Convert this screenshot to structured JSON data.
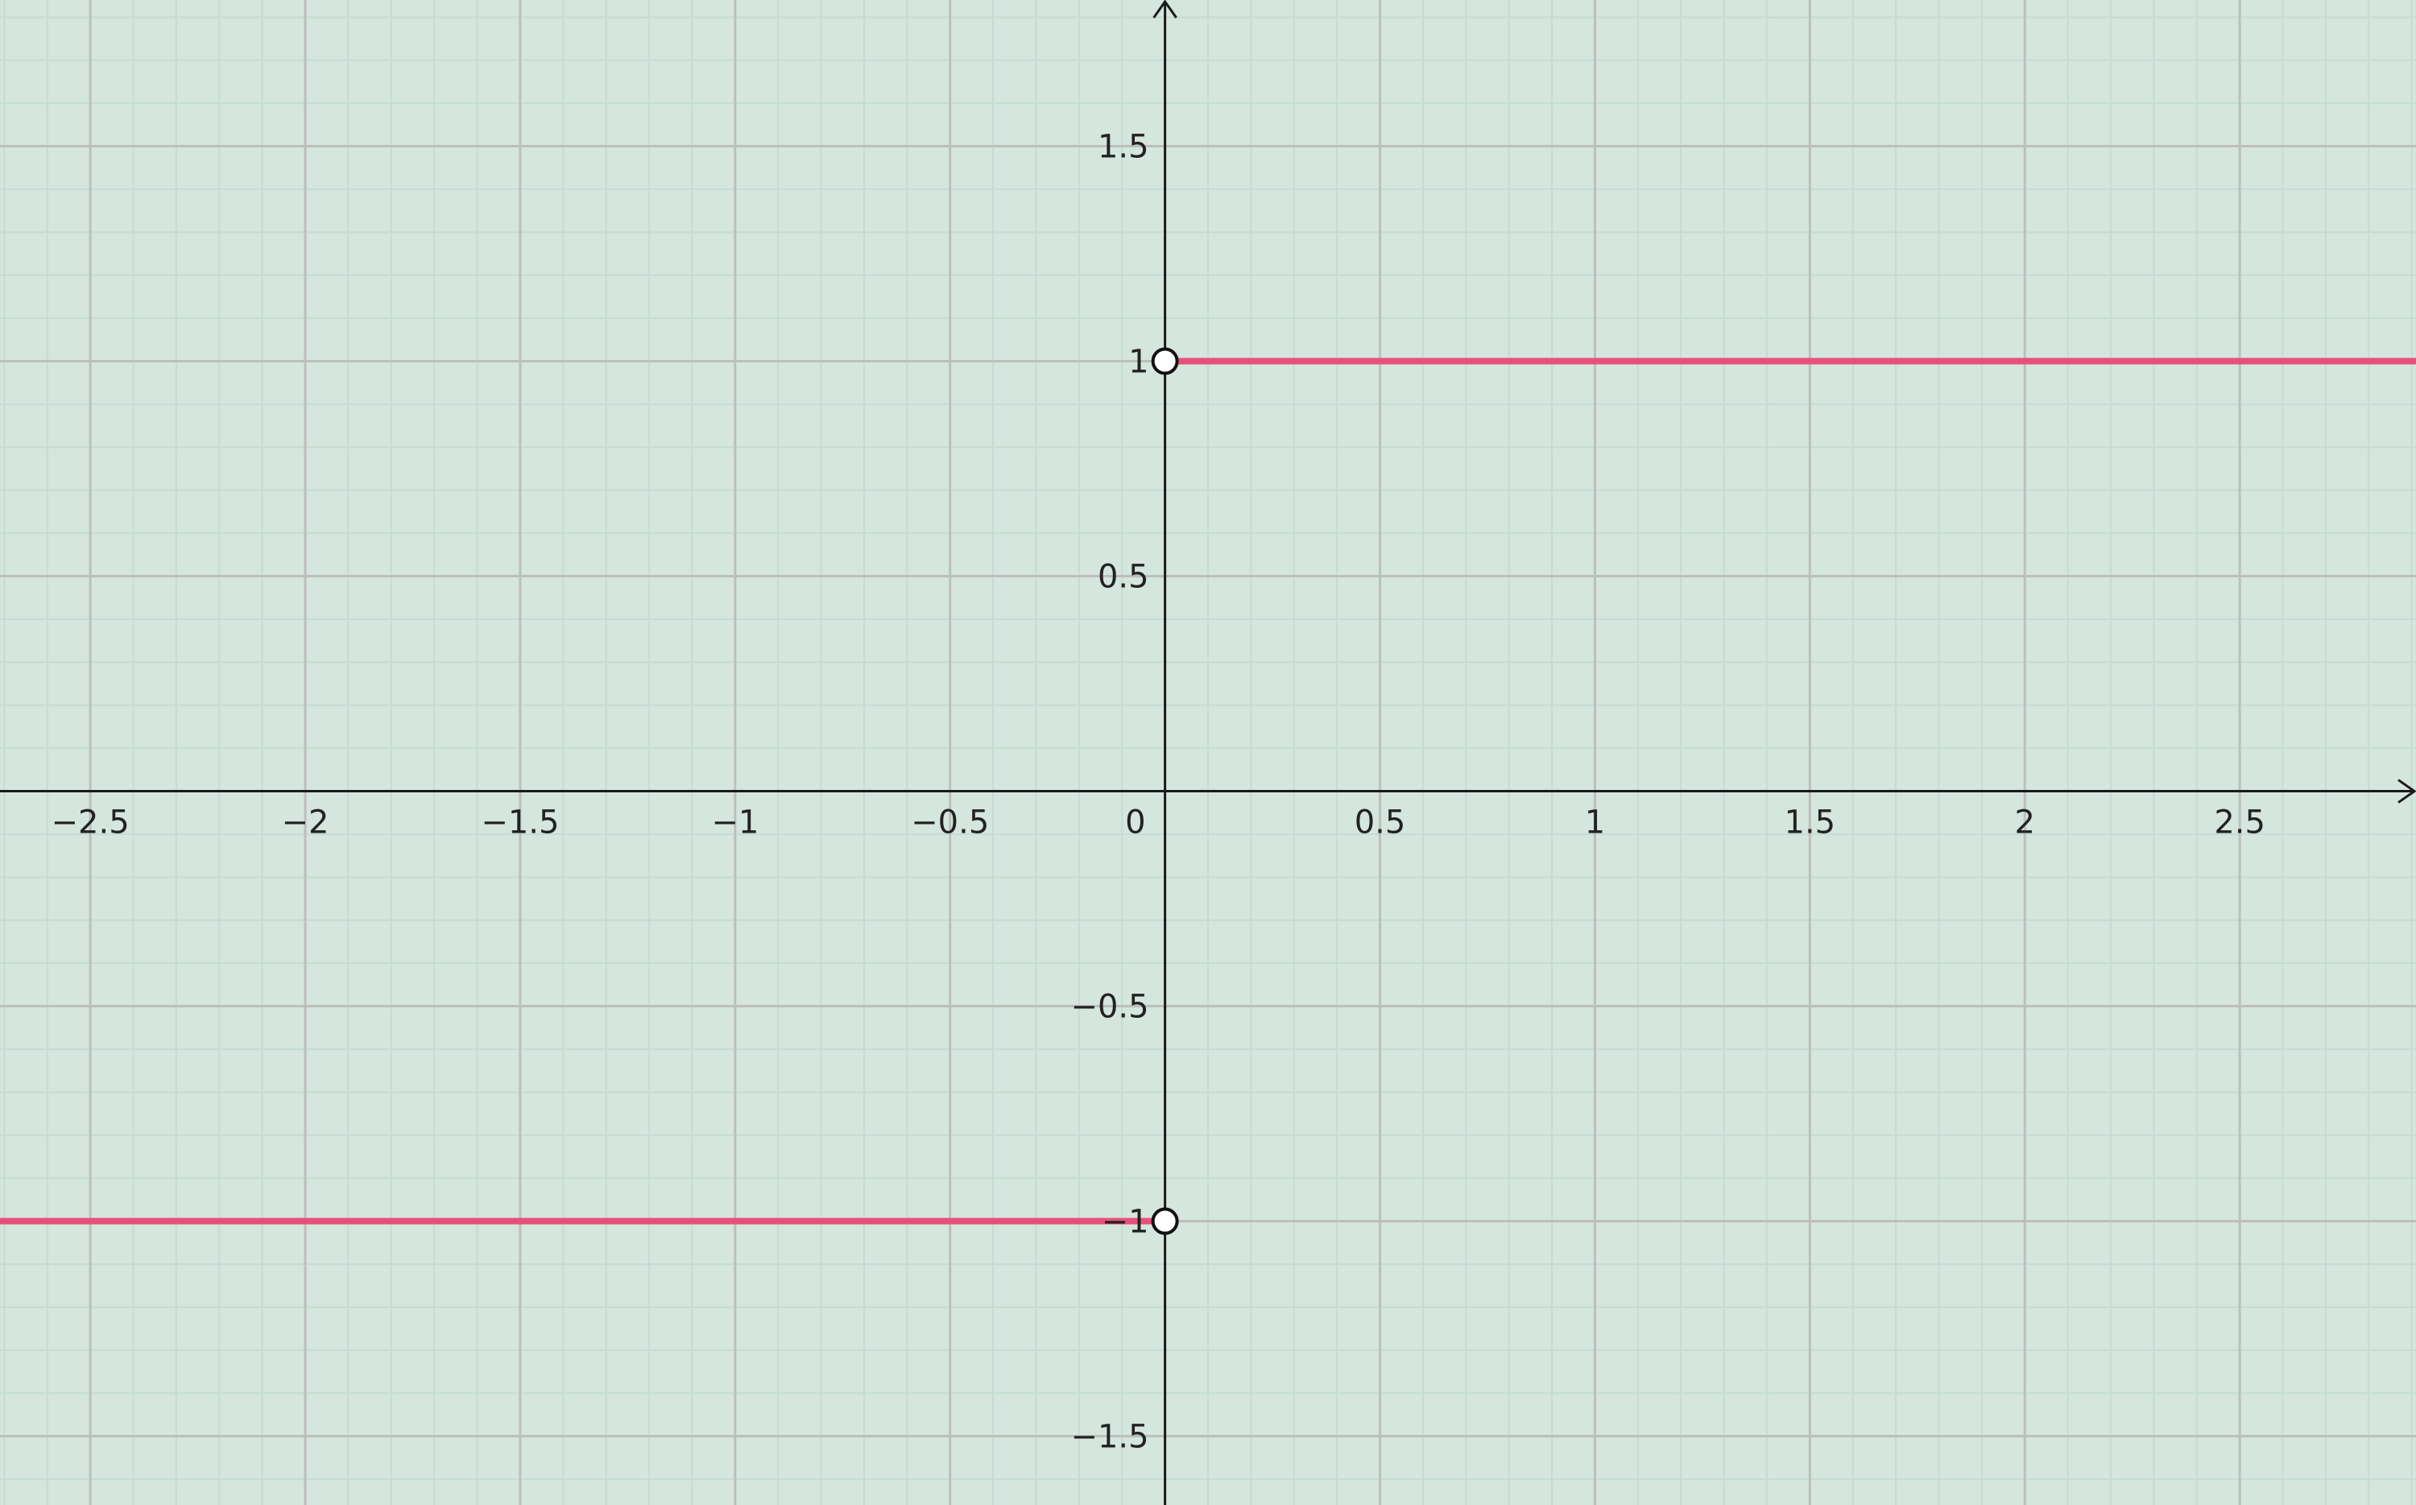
{
  "chart_data": {
    "type": "line",
    "title": "",
    "xlabel": "",
    "ylabel": "",
    "xlim": [
      -2.71,
      2.91
    ],
    "ylim": [
      -1.66,
      1.84
    ],
    "grid": true,
    "minor_grid": true,
    "colors": {
      "background": "#d4e6de",
      "major_grid": "#bdbfbd",
      "minor_grid": "#c5dcd3",
      "axis": "#1a1a1a",
      "series": "#e8507a"
    },
    "x_ticks": [
      {
        "value": -2.5,
        "label": "−2.5"
      },
      {
        "value": -2,
        "label": "−2"
      },
      {
        "value": -1.5,
        "label": "−1.5"
      },
      {
        "value": -1,
        "label": "−1"
      },
      {
        "value": -0.5,
        "label": "−0.5"
      },
      {
        "value": 0.5,
        "label": "0.5"
      },
      {
        "value": 1,
        "label": "1"
      },
      {
        "value": 1.5,
        "label": "1.5"
      },
      {
        "value": 2,
        "label": "2"
      },
      {
        "value": 2.5,
        "label": "2.5"
      }
    ],
    "y_ticks": [
      {
        "value": 1.5,
        "label": "1.5"
      },
      {
        "value": 1,
        "label": "1"
      },
      {
        "value": 0.5,
        "label": "0.5"
      },
      {
        "value": -0.5,
        "label": "−0.5"
      },
      {
        "value": -1,
        "label": "−1"
      },
      {
        "value": -1.5,
        "label": "−1.5"
      }
    ],
    "origin_label": "0",
    "series": [
      {
        "x": [
          0,
          2.91
        ],
        "y": [
          1,
          1
        ]
      },
      {
        "x": [
          -2.71,
          0
        ],
        "y": [
          -1,
          -1
        ]
      }
    ],
    "open_points": [
      {
        "x": 0,
        "y": 1
      },
      {
        "x": 0,
        "y": -1
      }
    ]
  }
}
